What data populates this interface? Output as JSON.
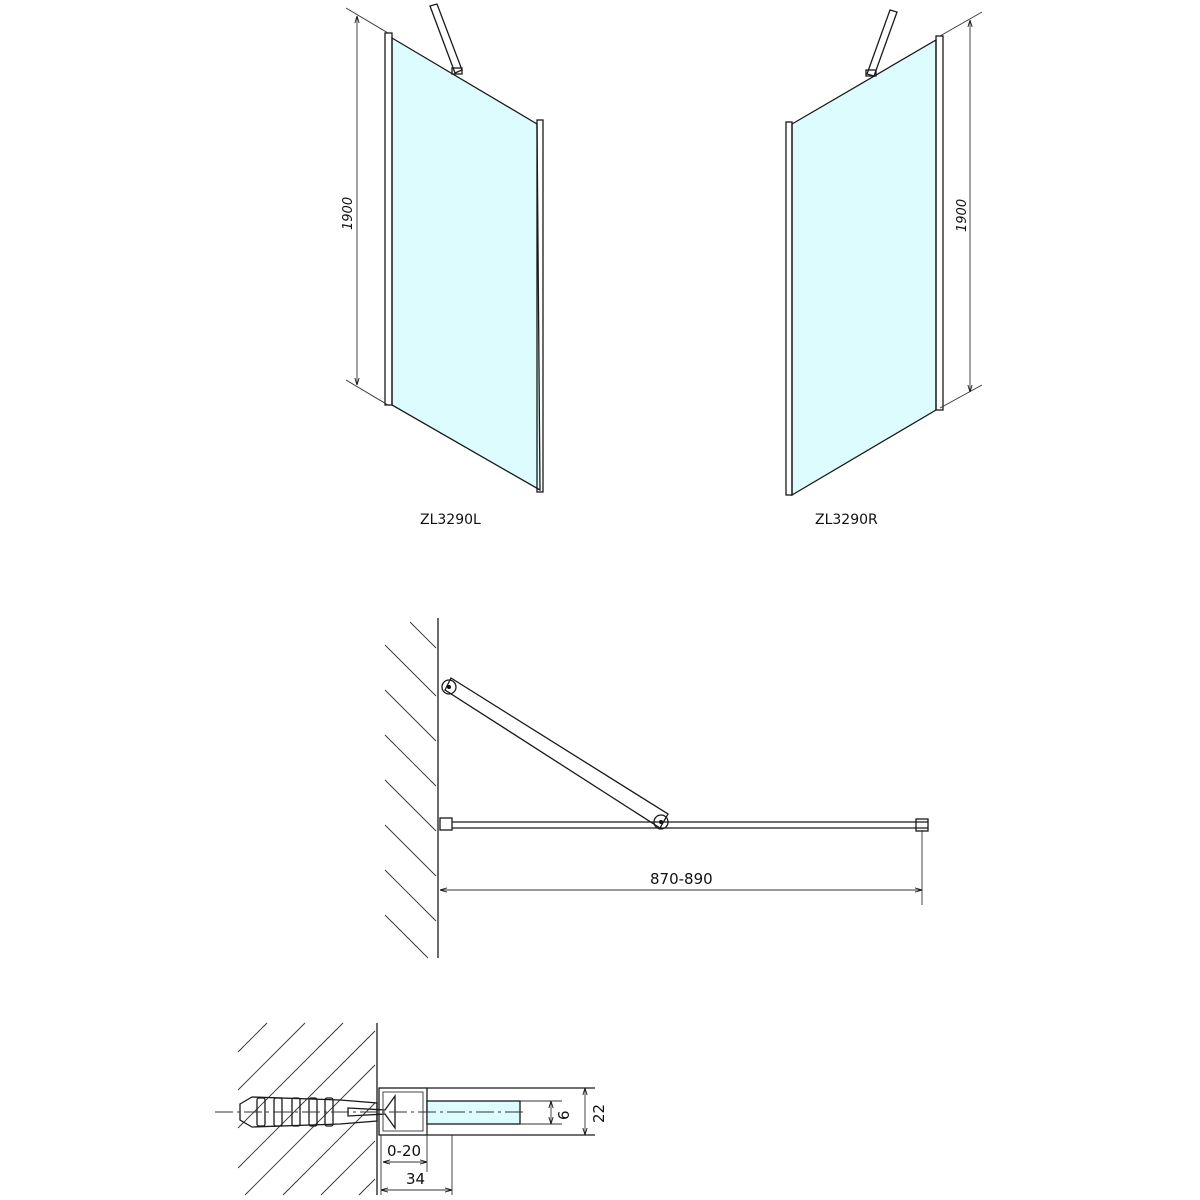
{
  "views": {
    "left_panel": {
      "label": "ZL3290L",
      "height_dim": "1900"
    },
    "right_panel": {
      "label": "ZL3290R",
      "height_dim": "1900"
    },
    "top_view": {
      "width_dim": "870-890"
    },
    "profile_detail": {
      "adjust_dim": "0-20",
      "profile_depth_dim": "34",
      "glass_thickness_dim": "6",
      "profile_width_dim": "22"
    }
  },
  "colors": {
    "glass": "#dcfcfd",
    "line": "#1a1a1a"
  }
}
